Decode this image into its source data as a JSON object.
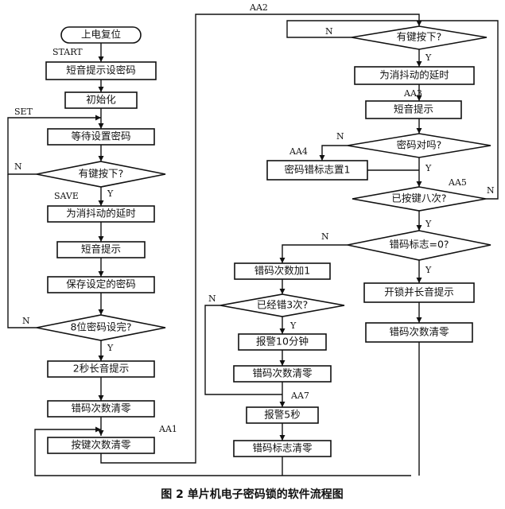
{
  "left_column": {
    "start": "上电复位",
    "short_prompt_set_pwd": "短音提示设密码",
    "init": "初始化",
    "wait_set_pwd": "等待设置密码",
    "key_pressed_q": "有键按下?",
    "debounce": "为消抖动的延时",
    "short_prompt": "短音提示",
    "save_pwd": "保存设定的密码",
    "pwd8_done_q": "8位密码设完?",
    "long_prompt_2s": "2秒长音提示",
    "clear_err_count": "错码次数清零",
    "clear_key_count": "按键次数清零"
  },
  "mid_column": {
    "err_count_inc": "错码次数加1",
    "err3_q": "已经错3次?",
    "alarm_10min": "报警10分钟",
    "clear_err_count": "错码次数清零",
    "alarm_5s": "报警5秒",
    "clear_err_flag": "错码标志清零"
  },
  "right_column": {
    "key_pressed_q": "有键按下?",
    "debounce": "为消抖动的延时",
    "short_prompt": "短音提示",
    "pwd_correct_q": "密码对吗?",
    "set_err_flag": "密码错标志置1",
    "pressed8_q": "已按键八次?",
    "err_flag_zero_q": "错码标志=0?",
    "unlock_prompt": "开锁并长音提示",
    "clear_err_count": "错码次数清零"
  },
  "labels": {
    "start": "START",
    "set": "SET",
    "save": "SAVE",
    "aa1": "AA1",
    "aa2": "AA2",
    "aa3": "AA3",
    "aa4": "AA4",
    "aa5": "AA5",
    "aa7": "AA7",
    "yes": "Y",
    "no": "N"
  },
  "caption": "图 2   单片机电子密码锁的软件流程图"
}
